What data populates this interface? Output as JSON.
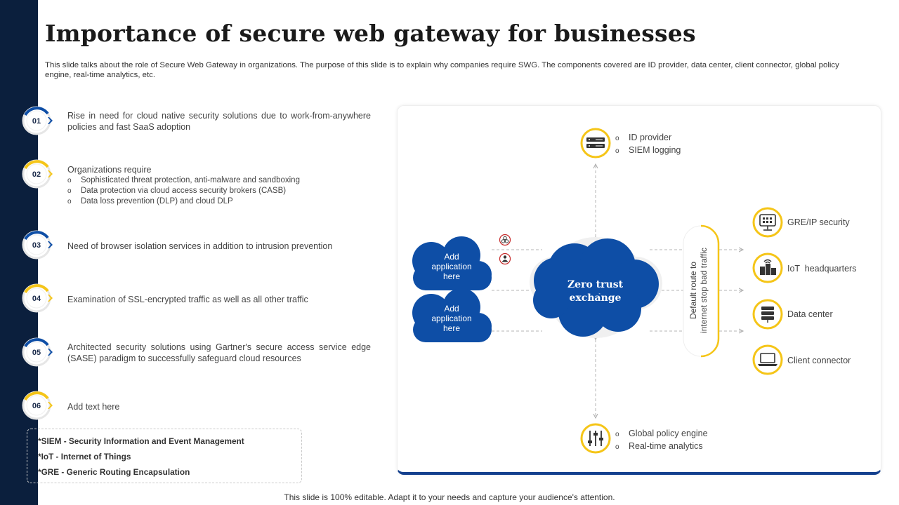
{
  "title": "Importance of secure web gateway for businesses",
  "subtitle": "This slide talks about the role of Secure Web Gateway in organizations. The purpose of this slide is to explain why companies require SWG. The components covered are ID provider, data center, client connector, global policy engine, real-time analytics, etc.",
  "colors": {
    "navy": "#0b1f3d",
    "blue": "#0e4ea6",
    "yellow": "#f5c518",
    "dark_blue": "#14408e"
  },
  "points": [
    {
      "num": "01",
      "text": "Rise in need for cloud native security solutions due to work-from-anywhere policies and fast SaaS adoption"
    },
    {
      "num": "02",
      "text": "Organizations require",
      "subs": [
        "Sophisticated threat protection, anti-malware and sandboxing",
        "Data protection via cloud access security brokers (CASB)",
        "Data loss prevention (DLP) and cloud DLP"
      ]
    },
    {
      "num": "03",
      "text": "Need of browser isolation services in addition to intrusion prevention"
    },
    {
      "num": "04",
      "text": "Examination of SSL-encrypted traffic as well as all other traffic"
    },
    {
      "num": "05",
      "text": "Architected security solutions using Gartner's secure access service edge (SASE) paradigm to successfully safeguard cloud resources"
    },
    {
      "num": "06",
      "text": "Add text here"
    }
  ],
  "abbreviations": [
    "*SIEM - Security Information and Event Management",
    "*IoT - Internet of Things",
    "*GRE - Generic Routing Encapsulation"
  ],
  "diagram": {
    "top_node": {
      "icon": "server-rack-icon",
      "items": [
        "ID provider",
        "SIEM logging"
      ]
    },
    "bottom_node": {
      "icon": "sliders-icon",
      "items": [
        "Global policy engine",
        "Real-time analytics"
      ]
    },
    "app_cloud_1": "Add application here",
    "app_cloud_2": "Add application here",
    "threat_icons": [
      "biohazard-icon",
      "hacker-icon"
    ],
    "center": "Zero trust exchange",
    "route_line1": "Default route to",
    "route_line2": "internet stop bad traffic",
    "right_nodes": [
      {
        "icon": "monitor-security-icon",
        "label": "GRE/IP security"
      },
      {
        "icon": "iot-buildings-icon",
        "label": "IoT  headquarters"
      },
      {
        "icon": "database-stack-icon",
        "label": "Data center"
      },
      {
        "icon": "laptop-icon",
        "label": "Client connector"
      }
    ]
  },
  "footer": "This slide is 100% editable. Adapt it to your needs and capture your audience's attention."
}
